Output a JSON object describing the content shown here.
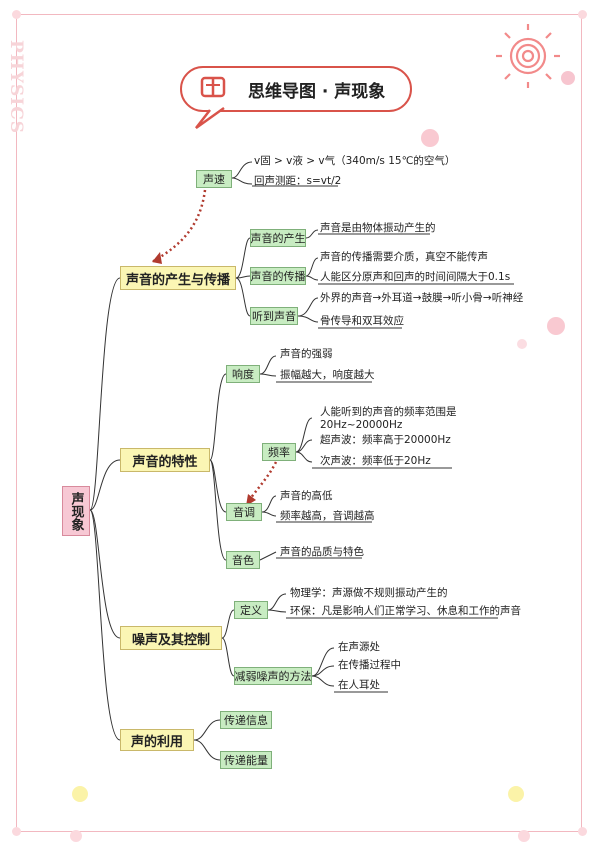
{
  "title": "思维导图 · 声现象",
  "side_word": "PHYSICS",
  "colors": {
    "line": "#333333",
    "dotted_arrow": "#b03a2e",
    "title_border": "#d9534a",
    "branch_fill": "#fbf6b4",
    "sub_fill": "#c8ecc2",
    "root_fill": "#f7c8d4"
  },
  "root": "声现象",
  "speed": {
    "label": "声速",
    "order": "v固 > v液 > v气（340m/s 15℃的空气）",
    "echo": "回声测距：s=vt/2"
  },
  "branches": [
    {
      "label": "声音的产生与传播",
      "children": [
        {
          "label": "声音的产生",
          "leaves": [
            "声音是由物体振动产生的"
          ]
        },
        {
          "label": "声音的传播",
          "leaves": [
            "声音的传播需要介质，真空不能传声",
            "人能区分原声和回声的时间间隔大于0.1s"
          ]
        },
        {
          "label": "听到声音",
          "leaves": [
            "外界的声音→外耳道→鼓膜→听小骨→听神经",
            "骨传导和双耳效应"
          ]
        }
      ]
    },
    {
      "label": "声音的特性",
      "children": [
        {
          "label": "响度",
          "leaves": [
            "声音的强弱",
            "振幅越大，响度越大"
          ]
        },
        {
          "label": "频率",
          "leaves": [
            "人能听到的声音的频率范围是",
            "20Hz~20000Hz",
            "超声波：频率高于20000Hz",
            "次声波：频率低于20Hz"
          ]
        },
        {
          "label": "音调",
          "leaves": [
            "声音的高低",
            "频率越高，音调越高"
          ]
        },
        {
          "label": "音色",
          "leaves": [
            "声音的品质与特色"
          ]
        }
      ]
    },
    {
      "label": "噪声及其控制",
      "children": [
        {
          "label": "定义",
          "leaves": [
            "物理学：声源做不规则振动产生的",
            "环保：凡是影响人们正常学习、休息和工作的声音"
          ]
        },
        {
          "label": "减弱噪声的方法",
          "leaves": [
            "在声源处",
            "在传播过程中",
            "在人耳处"
          ]
        }
      ]
    },
    {
      "label": "声的利用",
      "children": [
        {
          "label": "传递信息",
          "leaves": []
        },
        {
          "label": "传递能量",
          "leaves": []
        }
      ]
    }
  ]
}
